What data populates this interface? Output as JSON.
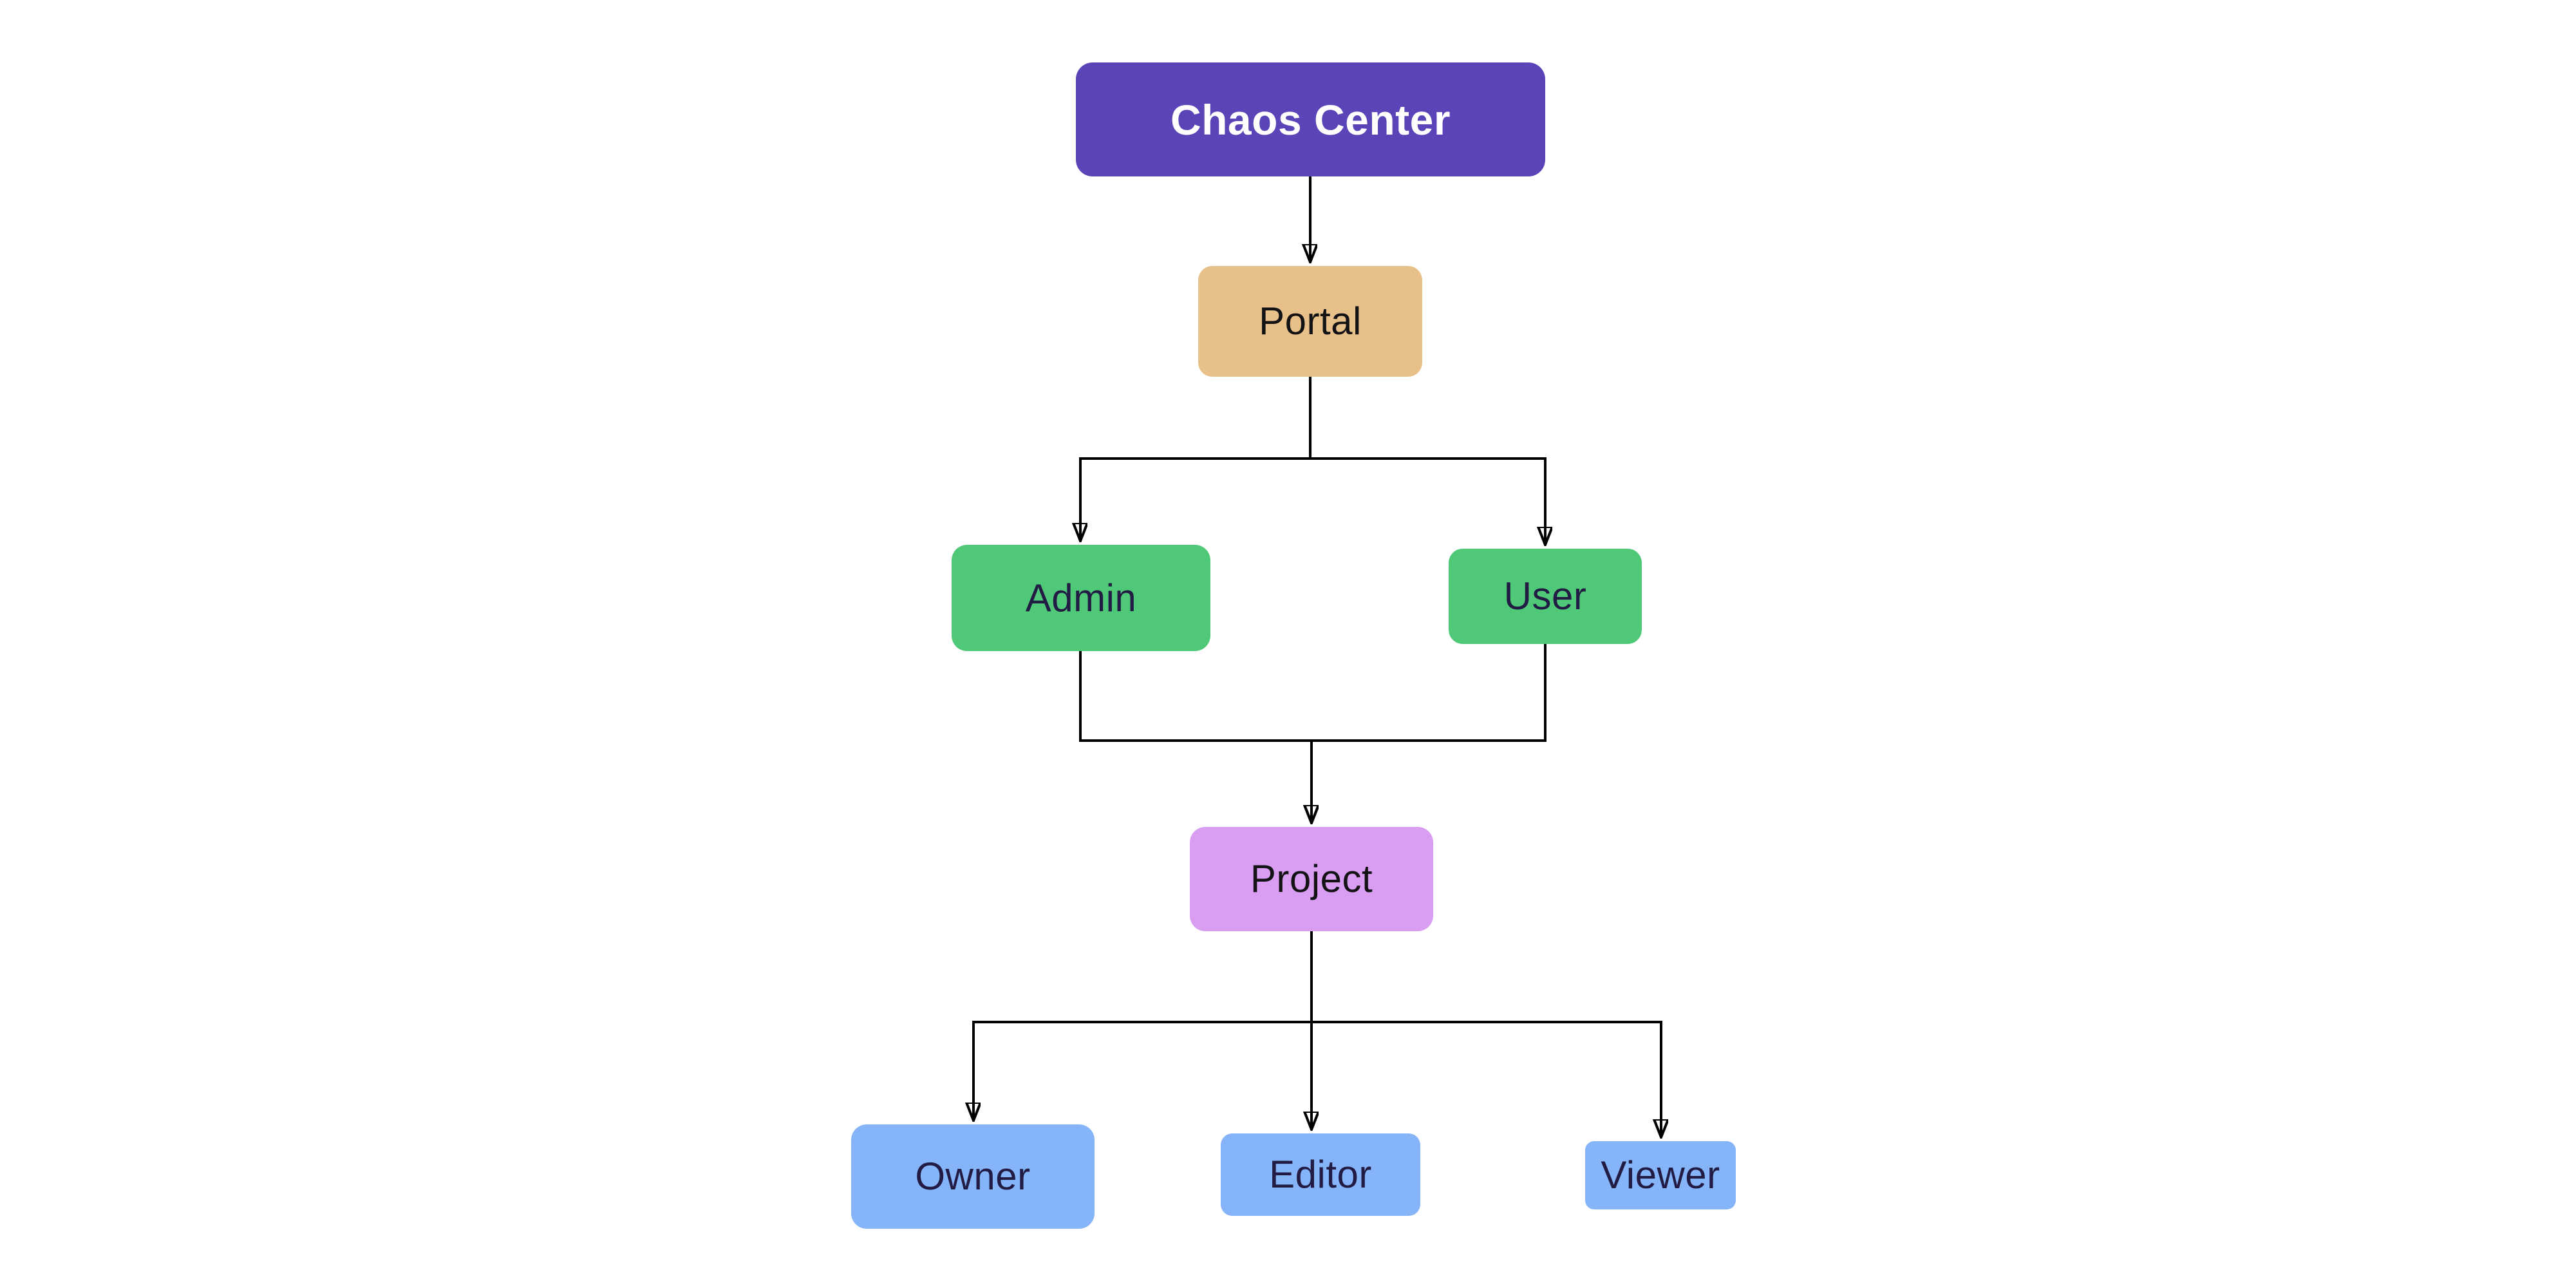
{
  "canvas": {
    "background": "#ffffff",
    "edge_color": "#000000"
  },
  "diagram": {
    "nodes": [
      {
        "id": "chaos-center",
        "label": "Chaos Center",
        "bg": "#5a44b8",
        "text": "#ffffff"
      },
      {
        "id": "portal",
        "label": "Portal",
        "bg": "#e8c18a",
        "text": "#131316"
      },
      {
        "id": "admin",
        "label": "Admin",
        "bg": "#4fc878",
        "text": "#221c44"
      },
      {
        "id": "user",
        "label": "User",
        "bg": "#4fc878",
        "text": "#221c44"
      },
      {
        "id": "project",
        "label": "Project",
        "bg": "#d99ef2",
        "text": "#131316"
      },
      {
        "id": "owner",
        "label": "Owner",
        "bg": "#85b4f8",
        "text": "#221c44"
      },
      {
        "id": "editor",
        "label": "Editor",
        "bg": "#85b4f8",
        "text": "#221c44"
      },
      {
        "id": "viewer",
        "label": "Viewer",
        "bg": "#85b4f8",
        "text": "#221c44"
      }
    ],
    "edges": [
      {
        "from": "Chaos Center",
        "to": "Portal"
      },
      {
        "from": "Portal",
        "to": "Admin"
      },
      {
        "from": "Portal",
        "to": "User"
      },
      {
        "from": "Admin",
        "to": "Project"
      },
      {
        "from": "User",
        "to": "Project"
      },
      {
        "from": "Project",
        "to": "Owner"
      },
      {
        "from": "Project",
        "to": "Editor"
      },
      {
        "from": "Project",
        "to": "Viewer"
      }
    ]
  }
}
